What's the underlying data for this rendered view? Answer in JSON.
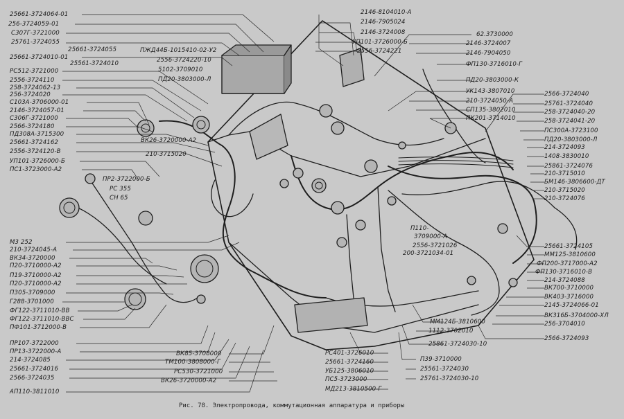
{
  "caption": "Рис. 78. Электропровода, коммутационная аппаратура и приборы",
  "labels": {
    "left": [
      "25661-3724064-01",
      "256-3724059-01",
      "С307Г-3721000",
      "25761-3724055",
      "25661-3724010-01",
      "РС512-3721000",
      "2556-3724110",
      "258-3724062-13",
      "256-3724020",
      "С103А-3706000-01",
      "2146-3724057-01",
      "С306Г-3721000",
      "2566-3724180",
      "ПД308А-3715300",
      "25661-3724162",
      "2556-3724120-В",
      "УП101-3726000-Б",
      "ПС1-3723000-А2"
    ],
    "left_mid": [
      "М3 252",
      "210-3724045-А",
      "ВК34-3720000",
      "П20-3710000-А2",
      "П19-3710000-А2",
      "П20-3710000-А2",
      "П305-3709000",
      "Г288-3701000",
      "ФГ122-3711010-ВВ",
      "ФГ122-3711010-ВВС",
      "ПФ101-3712000-В"
    ],
    "left_bottom": [
      "ПР107-3722000",
      "ПР13-3722000-А",
      "214-3724085",
      "25661-3724016",
      "2566-3724035",
      "АП110-3811010"
    ],
    "top_inner": [
      "25661-3724055",
      "25561-3724010",
      "ПЖД44Б-1015410-02-У2",
      "2556-3724220-10",
      "5102-3709010",
      "ПД20-3803000-Л",
      "ВК26-3720000-А2",
      "210-3715020"
    ],
    "pr_group": [
      "ПР2-3722000-Б",
      "РС 355",
      "СН 65"
    ],
    "top_center": [
      "2146-8104010-А",
      "2146-7905024",
      "2146-3724008",
      "УП101-3726000-Б",
      "2556-3724221"
    ],
    "right_top": [
      "62.3730000",
      "2146-3724007",
      "2146-7904050",
      "ФП130-3716010-Г",
      "ПД20-3803000-К",
      "УК143-3807010",
      "210-3724050-А",
      "СП135-3802010",
      "ПК201-3714010"
    ],
    "right": [
      "2566-3724040",
      "25761-3724040",
      "258-3724040-20",
      "258-3724041-20",
      "ПС300А-3723100",
      "ПД20-3803000-Л",
      "214-3724093",
      "1408-3830010",
      "25861-3724076",
      "210-3715010",
      "БМ146-3806600-ДТ",
      "210-3715020",
      "210-3724076"
    ],
    "right_bottom": [
      "25661-3724105",
      "ММ125-3810600",
      "ФП200-3717000-А2",
      "ФП130-3716010-В",
      "214-3724088",
      "ВК700-3710000",
      "ВК403-3716000",
      "2145-3724066-01",
      "ВК316Б-3704000-ХЛ",
      "256-3704010",
      "2566-3724093"
    ],
    "center": [
      "П110-",
      "3709000-А",
      "2556-3721026",
      "200-3721034-01",
      "ММ124Б-3810600",
      "1112-3702010",
      "25861-3724030-10"
    ],
    "bottom": [
      "РС401-3726010",
      "25661-3724160",
      "УБ125-3806010",
      "ПС5-3723000",
      "МД213-3810500-Г",
      "П39-3710000",
      "25561-3724030",
      "25761-3724030-10",
      "ВК85-3708000",
      "ТМ100-3808000-Г",
      "РС530-3721000",
      "ВК26-3720000-А2"
    ]
  }
}
